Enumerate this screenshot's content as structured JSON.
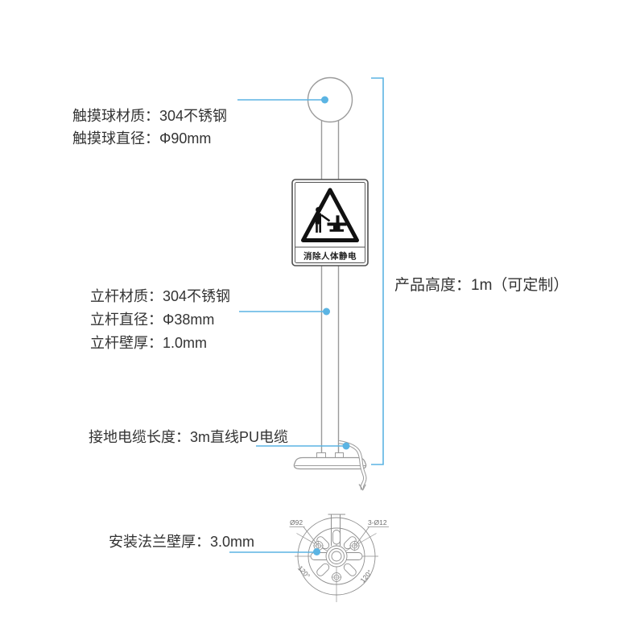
{
  "annotations": {
    "ball": {
      "line1": "触摸球材质：304不锈钢",
      "line2": "触摸球直径：Φ90mm"
    },
    "pole": {
      "line1": "立杆材质：304不锈钢",
      "line2": "立杆直径：Φ38mm",
      "line3": "立杆壁厚：1.0mm"
    },
    "cable": {
      "label": "接地电缆长度：3m直线PU电缆"
    },
    "flange": {
      "label": "安装法兰壁厚：3.0mm"
    },
    "height": {
      "label": "产品高度：1m（可定制）"
    }
  },
  "sign": {
    "label": "消除人体静电"
  },
  "flange_drawing": {
    "dia_bolt_circle": "Ø92",
    "dia_holes": "3-Ø12",
    "angle_left": "120°",
    "angle_right": "120°"
  },
  "colors": {
    "accent": "#5BB4E3",
    "line_gray": "#9B9B9B",
    "sign_stroke": "#4F4F4F",
    "flange_gray": "#8F8F8F",
    "text": "#333333"
  }
}
